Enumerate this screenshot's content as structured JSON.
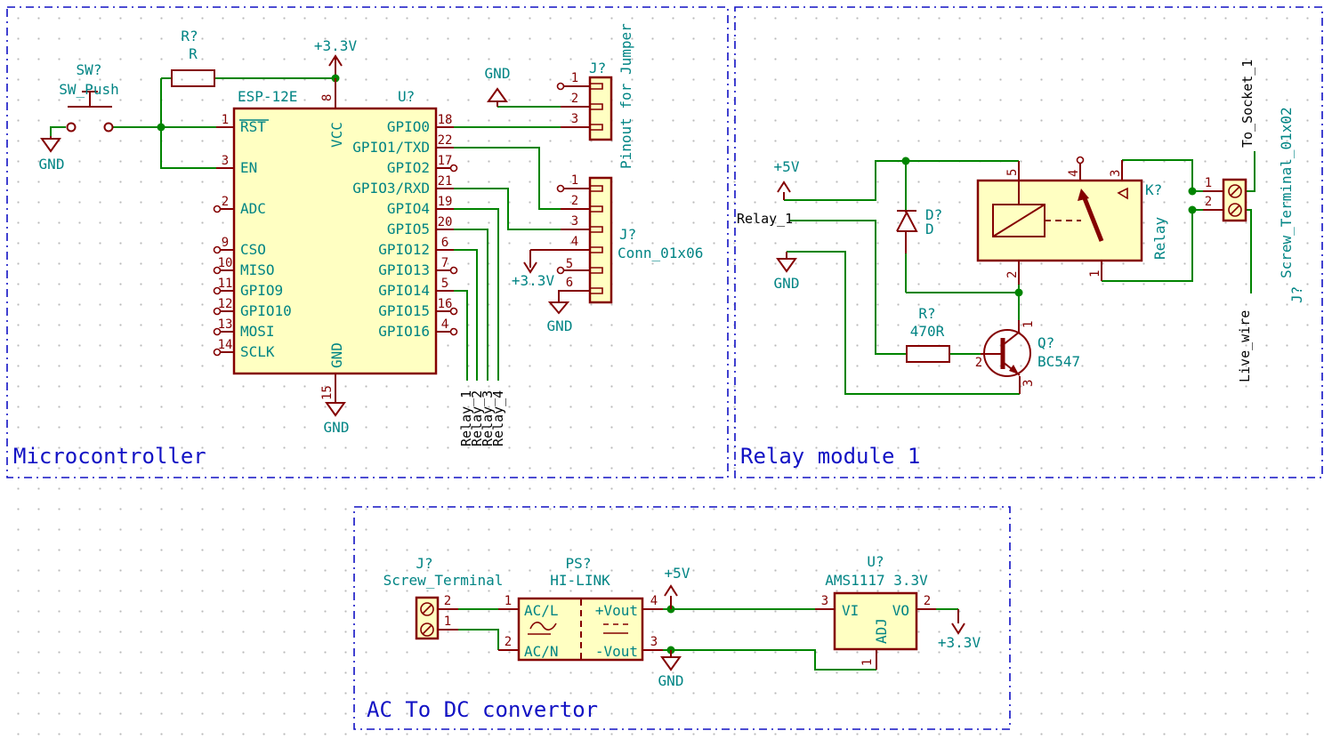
{
  "colors": {
    "wire": "#008400",
    "component_outline": "#840000",
    "component_fill": "#FFFFC2",
    "label_teal": "#008484",
    "net_label": "#000000",
    "section_blue": "#1212C4"
  },
  "micro": {
    "title": "Microcontroller",
    "switch": {
      "ref": "SW?",
      "value": "SW_Push"
    },
    "resistor": {
      "ref": "R?",
      "value": "R"
    },
    "esp": {
      "ref": "U?",
      "value": "ESP-12E",
      "top": {
        "num": "8",
        "name": "VCC"
      },
      "bottom": {
        "num": "15",
        "name": "GND"
      },
      "left": [
        {
          "num": "1",
          "name": "RST"
        },
        {
          "num": "3",
          "name": "EN"
        },
        {
          "num": "2",
          "name": "ADC"
        },
        {
          "num": "9",
          "name": "CSO"
        },
        {
          "num": "10",
          "name": "MISO"
        },
        {
          "num": "11",
          "name": "GPIO9"
        },
        {
          "num": "12",
          "name": "GPIO10"
        },
        {
          "num": "13",
          "name": "MOSI"
        },
        {
          "num": "14",
          "name": "SCLK"
        }
      ],
      "right": [
        {
          "num": "18",
          "name": "GPIO0"
        },
        {
          "num": "22",
          "name": "GPIO1/TXD"
        },
        {
          "num": "17",
          "name": "GPIO2"
        },
        {
          "num": "21",
          "name": "GPIO3/RXD"
        },
        {
          "num": "19",
          "name": "GPIO4"
        },
        {
          "num": "20",
          "name": "GPIO5"
        },
        {
          "num": "6",
          "name": "GPIO12"
        },
        {
          "num": "7",
          "name": "GPIO13"
        },
        {
          "num": "5",
          "name": "GPIO14"
        },
        {
          "num": "16",
          "name": "GPIO15"
        },
        {
          "num": "4",
          "name": "GPIO16"
        }
      ]
    },
    "jumper": {
      "ref": "J?",
      "value": "Pinout for Jumper",
      "pins": [
        "1",
        "2",
        "3"
      ]
    },
    "conn": {
      "ref": "J?",
      "value": "Conn_01x06",
      "pins": [
        "1",
        "2",
        "3",
        "4",
        "5",
        "6"
      ]
    },
    "nets": [
      "Relay_1",
      "Relay_2",
      "Relay_3",
      "Relay_4"
    ],
    "power": {
      "v33_top": "+3.3V",
      "gnd_switch": "GND",
      "gnd_jumper": "GND",
      "v33_conn": "+3.3V",
      "gnd_conn": "GND",
      "gnd_esp": "GND"
    }
  },
  "relay": {
    "title": "Relay module 1",
    "power": {
      "v5": "+5V",
      "gnd": "GND"
    },
    "net_in": "Relay_1",
    "diode": {
      "ref": "D?",
      "value": "D"
    },
    "resistor": {
      "ref": "R?",
      "value": "470R"
    },
    "transistor": {
      "ref": "Q?",
      "value": "BC547",
      "p1": "1",
      "p2": "2",
      "p3": "3"
    },
    "relay_k": {
      "ref": "K?",
      "value": "Relay",
      "p1": "1",
      "p2": "2",
      "p3": "3",
      "p4": "4",
      "p5": "5"
    },
    "screw": {
      "ref": "J?",
      "value": "Screw_Terminal_01x02",
      "p1": "1",
      "p2": "2"
    },
    "nets": {
      "socket": "To_Socket_1",
      "live": "Live_wire"
    }
  },
  "acdc": {
    "title": "AC To DC convertor",
    "screw": {
      "ref": "J?",
      "value": "Screw_Terminal",
      "p1": "1",
      "p2": "2"
    },
    "psu": {
      "ref": "PS?",
      "value": "HI-LINK",
      "acl": "AC/L",
      "acn": "AC/N",
      "voutp": "+Vout",
      "voutn": "-Vout",
      "p1": "1",
      "p2": "2",
      "p3": "3",
      "p4": "4"
    },
    "reg": {
      "ref": "U?",
      "value": "AMS1117 3.3V",
      "vi": "VI",
      "vo": "VO",
      "adj": "ADJ",
      "p1": "1",
      "p2": "2",
      "p3": "3"
    },
    "power": {
      "v5": "+5V",
      "gnd": "GND",
      "v33": "+3.3V"
    }
  }
}
